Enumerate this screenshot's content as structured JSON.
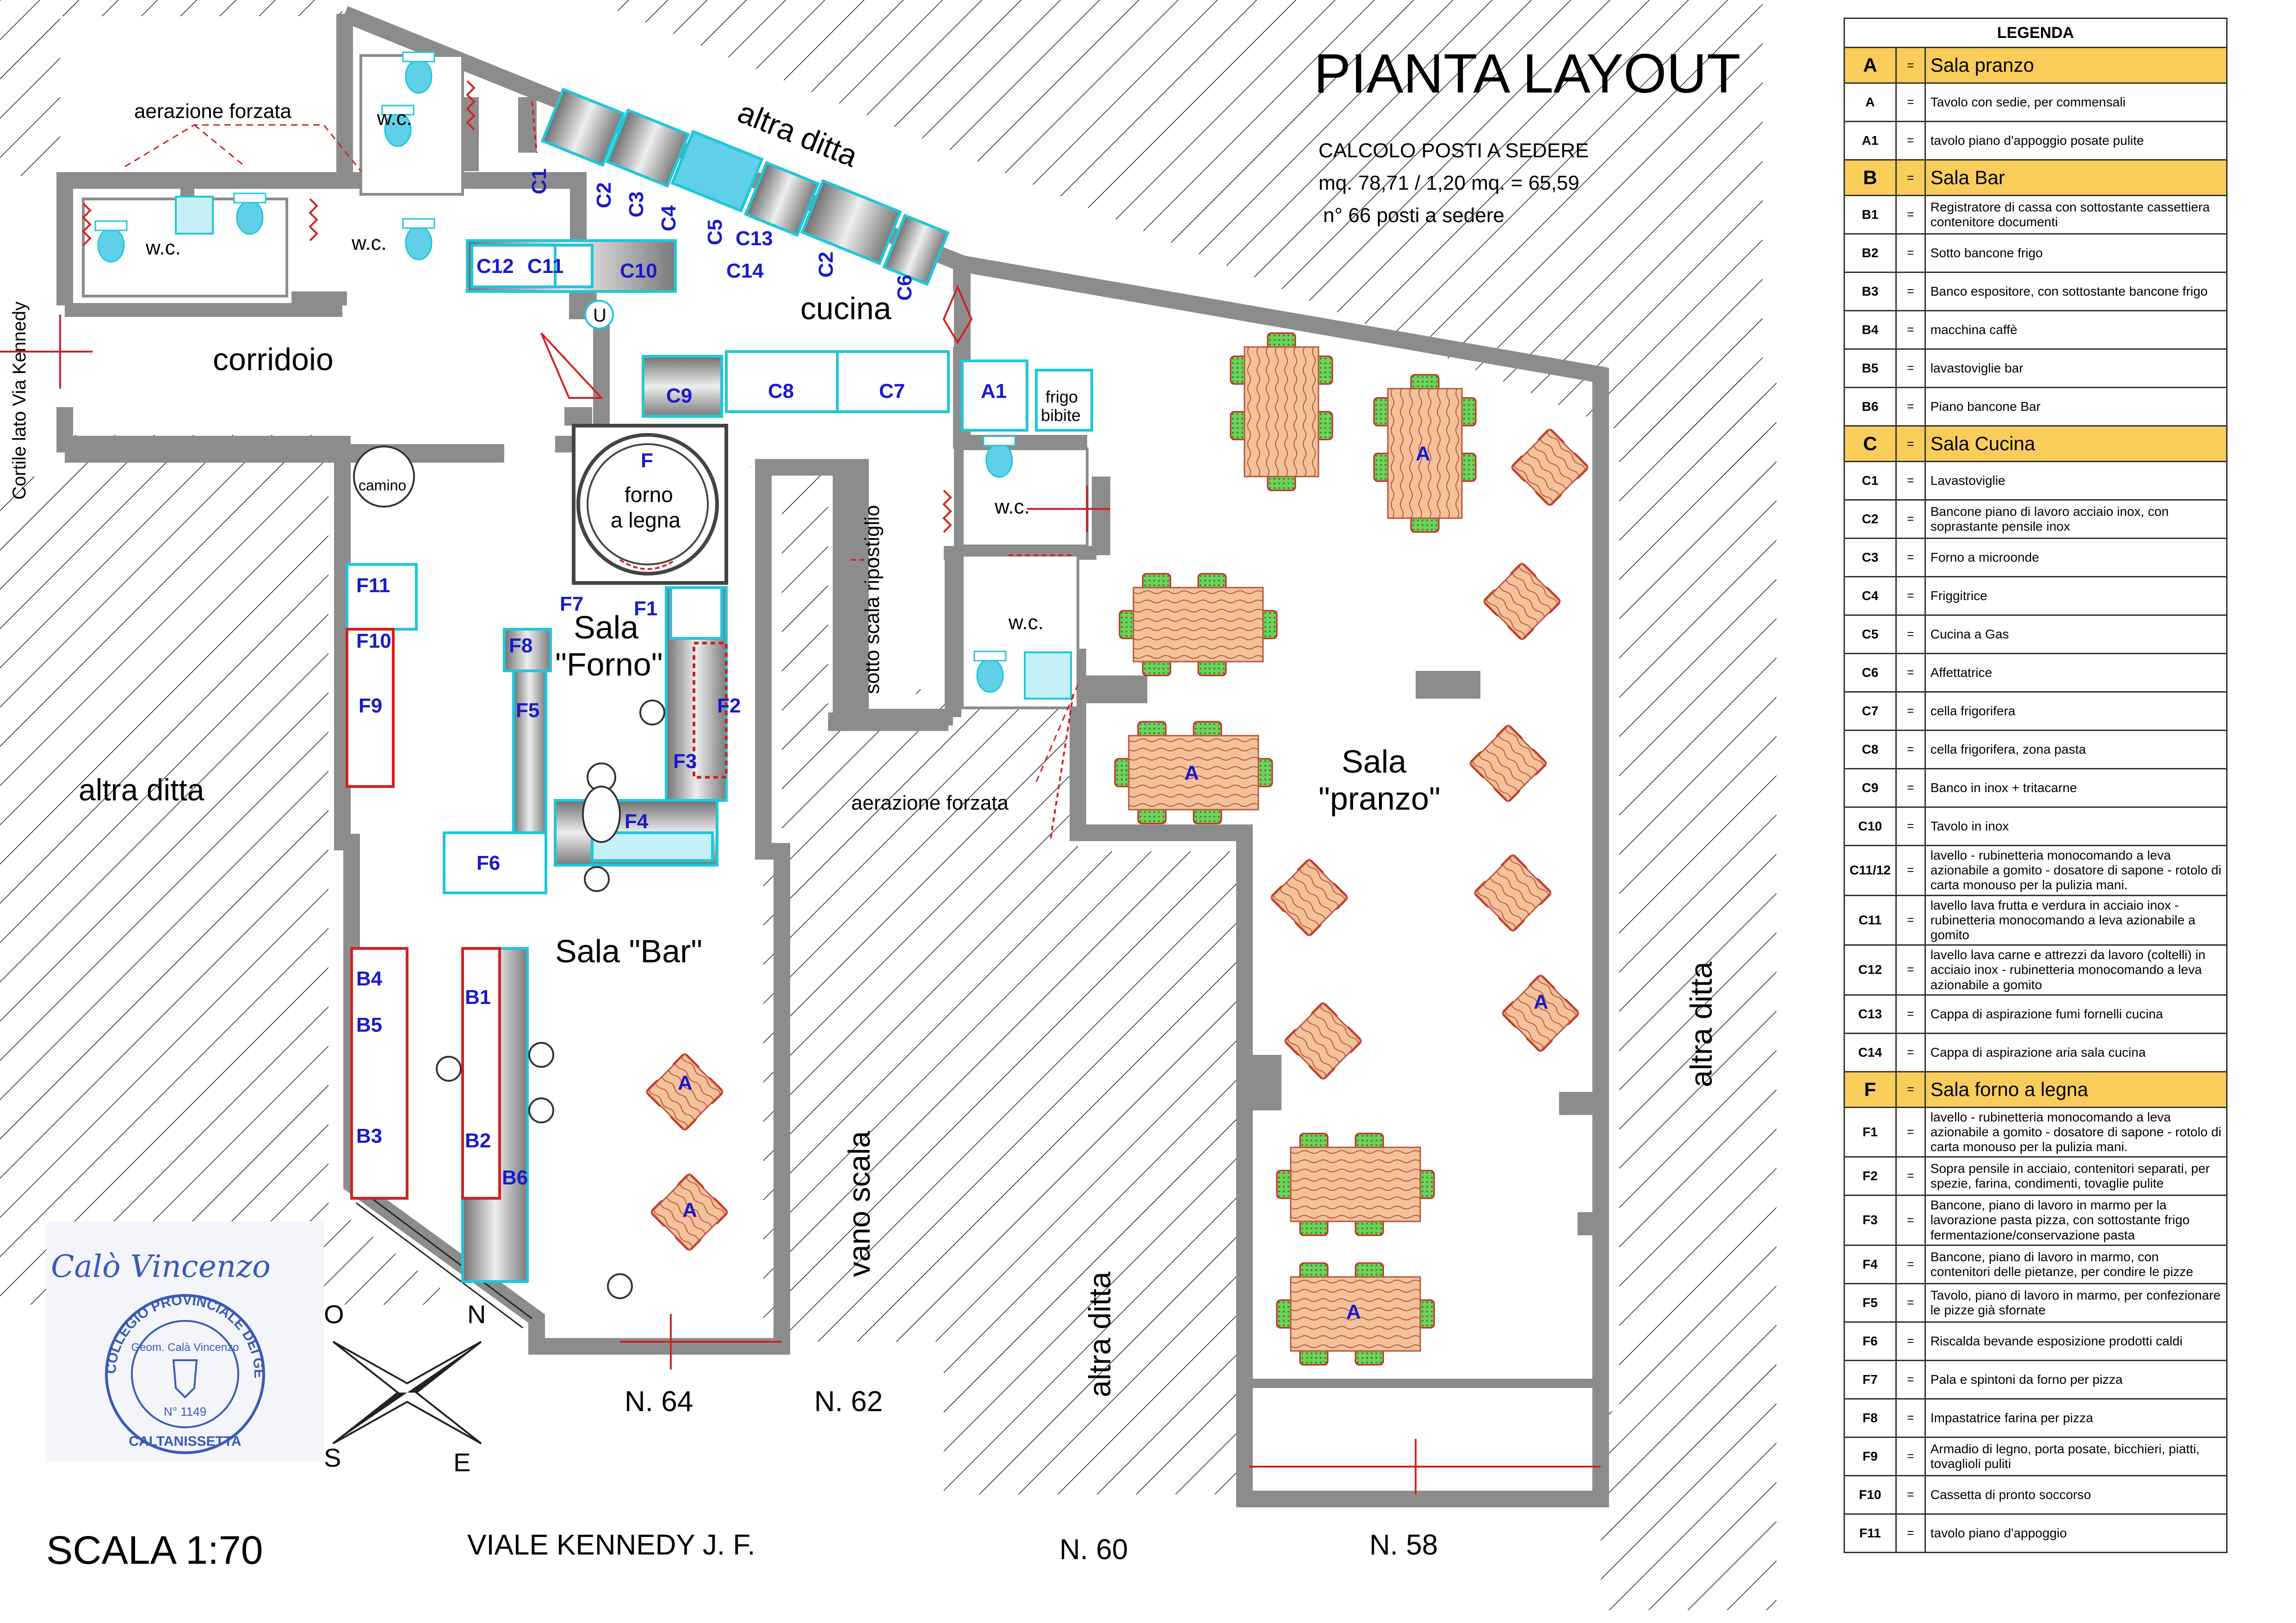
{
  "title": "PIANTA LAYOUT",
  "calc": {
    "heading": "CALCOLO POSTI A SEDERE",
    "formula": "mq. 78,71 / 1,20 mq. = 65,59",
    "seats": "n° 66 posti a sedere"
  },
  "scale": "SCALA 1:70",
  "street": "VIALE KENNEDY J. F.",
  "civic_numbers": [
    "N. 64",
    "N. 62",
    "N. 60",
    "N. 58"
  ],
  "side_label": "Cortile lato Via Kennedy",
  "compass": {
    "n": "N",
    "o": "O",
    "s": "S",
    "e": "E"
  },
  "signature": "Calò Vincenzo",
  "seal": {
    "ring_text": "COLLEGIO PROVINCIALE DEI GEOMETRI",
    "name": "Geom. Calà Vincenzo",
    "number": "N° 1149",
    "city": "CALTANISSETTA"
  },
  "plan_labels": {
    "altra_ditta": "altra ditta",
    "aerazione": "aerazione forzata",
    "wc": "w.c.",
    "corridoio": "corridoio",
    "cucina": "cucina",
    "camino": "camino",
    "forno_1": "forno",
    "forno_2": "a legna",
    "sala_forno_1": "Sala",
    "sala_forno_2": "\"Forno\"",
    "sala_bar": "Sala \"Bar\"",
    "sala_pranzo_1": "Sala",
    "sala_pranzo_2": "\"pranzo\"",
    "sotto_scala": "sotto scala ripostiglio",
    "vano_scala": "vano scala",
    "frigo_1": "frigo",
    "frigo_2": "bibite",
    "u": "U"
  },
  "codes": {
    "c1": "C1",
    "c2": "C2",
    "c3": "C3",
    "c4": "C4",
    "c5": "C5",
    "c6": "C6",
    "c7": "C7",
    "c8": "C8",
    "c9": "C9",
    "c10": "C10",
    "c11": "C11",
    "c12": "C12",
    "c13": "C13",
    "c14": "C14",
    "a": "A",
    "a1": "A1",
    "b1": "B1",
    "b2": "B2",
    "b3": "B3",
    "b4": "B4",
    "b5": "B5",
    "b6": "B6",
    "f": "F",
    "f1": "F1",
    "f2": "F2",
    "f3": "F3",
    "f4": "F4",
    "f5": "F5",
    "f6": "F6",
    "f7": "F7",
    "f8": "F8",
    "f9": "F9",
    "f10": "F10",
    "f11": "F11"
  },
  "legend": {
    "title": "LEGENDA",
    "eq": "=",
    "sections": [
      {
        "code": "A",
        "name": "Sala pranzo",
        "items": [
          {
            "code": "A",
            "desc": "Tavolo con sedie, per commensali"
          },
          {
            "code": "A1",
            "desc": "tavolo piano d'appoggio posate pulite"
          }
        ]
      },
      {
        "code": "B",
        "name": "Sala Bar",
        "items": [
          {
            "code": "B1",
            "desc": "Registratore di cassa con sottostante cassettiera contenitore documenti"
          },
          {
            "code": "B2",
            "desc": "Sotto bancone frigo"
          },
          {
            "code": "B3",
            "desc": "Banco espositore, con sottostante bancone frigo"
          },
          {
            "code": "B4",
            "desc": "macchina caffè"
          },
          {
            "code": "B5",
            "desc": "lavastoviglie bar"
          },
          {
            "code": "B6",
            "desc": "Piano bancone Bar"
          }
        ]
      },
      {
        "code": "C",
        "name": "Sala Cucina",
        "items": [
          {
            "code": "C1",
            "desc": "Lavastoviglie"
          },
          {
            "code": "C2",
            "desc": "Bancone piano di lavoro acciaio inox, con soprastante pensile inox"
          },
          {
            "code": "C3",
            "desc": "Forno a microonde"
          },
          {
            "code": "C4",
            "desc": "Friggitrice"
          },
          {
            "code": "C5",
            "desc": "Cucina a Gas"
          },
          {
            "code": "C6",
            "desc": "Affettatrice"
          },
          {
            "code": "C7",
            "desc": "cella frigorifera"
          },
          {
            "code": "C8",
            "desc": "cella frigorifera, zona pasta"
          },
          {
            "code": "C9",
            "desc": "Banco in inox + tritacarne"
          },
          {
            "code": "C10",
            "desc": "Tavolo in inox"
          },
          {
            "code": "C11/12",
            "desc": "lavello - rubinetteria monocomando a leva azionabile a gomito - dosatore di sapone - rotolo di carta monouso per la pulizia mani."
          },
          {
            "code": "C11",
            "desc": "lavello lava frutta e verdura in acciaio inox - rubinetteria monocomando a leva azionabile a gomito"
          },
          {
            "code": "C12",
            "desc": "lavello lava carne e attrezzi da lavoro (coltelli) in acciaio inox - rubinetteria monocomando a leva azionabile a gomito"
          },
          {
            "code": "C13",
            "desc": "Cappa di aspirazione fumi fornelli cucina"
          },
          {
            "code": "C14",
            "desc": "Cappa di aspirazione aria sala cucina"
          }
        ]
      },
      {
        "code": "F",
        "name": "Sala forno a legna",
        "items": [
          {
            "code": "F1",
            "desc": "lavello - rubinetteria monocomando a leva azionabile a gomito - dosatore di sapone - rotolo di carta monouso per la pulizia mani."
          },
          {
            "code": "F2",
            "desc": "Sopra pensile in acciaio, contenitori separati, per spezie, farina, condimenti, tovaglie pulite"
          },
          {
            "code": "F3",
            "desc": "Bancone, piano di lavoro in marmo per la lavorazione pasta pizza, con sottostante frigo fermentazione/conservazione pasta"
          },
          {
            "code": "F4",
            "desc": "Bancone, piano di lavoro in marmo, con contenitori delle pietanze, per condire le pizze"
          },
          {
            "code": "F5",
            "desc": "Tavolo, piano di lavoro in marmo, per confezionare le pizze già sfornate"
          },
          {
            "code": "F6",
            "desc": "Riscalda bevande esposizione prodotti caldi"
          },
          {
            "code": "F7",
            "desc": "Pala e spintoni da forno per pizza"
          },
          {
            "code": "F8",
            "desc": "Impastatrice farina per pizza"
          },
          {
            "code": "F9",
            "desc": "Armadio di legno, porta posate, bicchieri, piatti, tovaglioli puliti"
          },
          {
            "code": "F10",
            "desc": "Cassetta di pronto soccorso"
          },
          {
            "code": "F11",
            "desc": "tavolo piano d'appoggio"
          }
        ]
      }
    ]
  },
  "colors": {
    "wall": "#8c8c8c",
    "equip_stroke": "#1fc7d9",
    "equip_fill": "#ffffff",
    "code_text": "#1a1acc",
    "red": "#d42020",
    "wood": "#f4c29a",
    "wood_line": "#b8563c",
    "chair": "#6fd15a",
    "legend_section": "#f9cd5a",
    "stamp": "#3a5ab8"
  }
}
